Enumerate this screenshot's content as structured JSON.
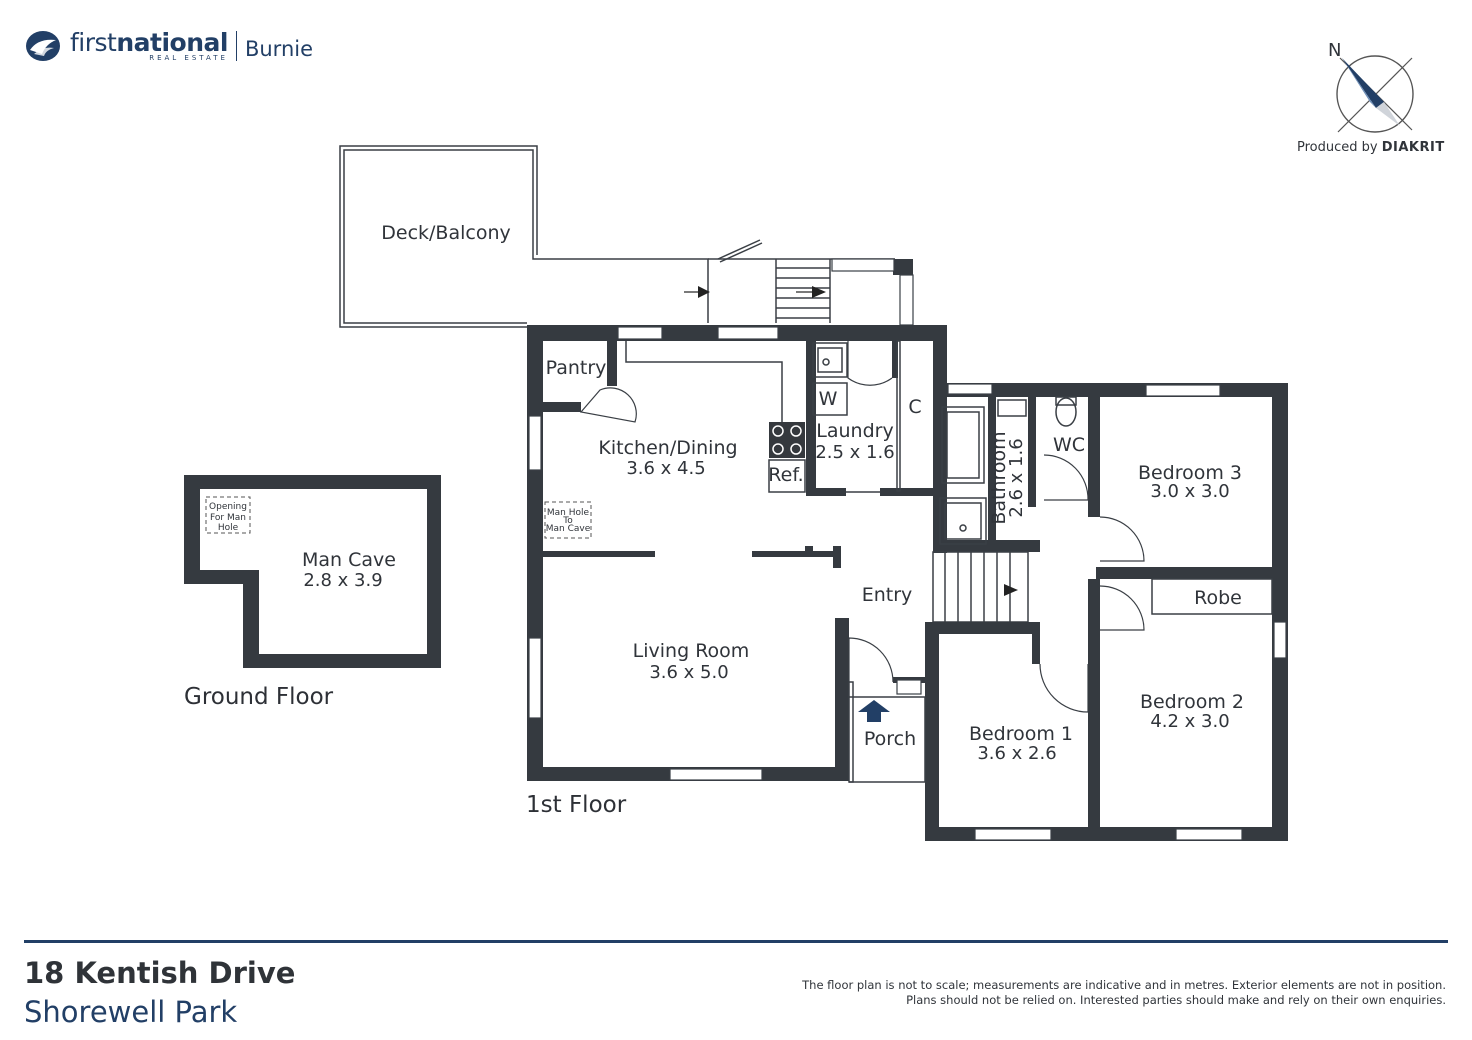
{
  "brand": {
    "name_bold": "first",
    "name_rest": "national",
    "sub": "REAL ESTATE",
    "branch": "Burnie"
  },
  "compass": {
    "north": "N"
  },
  "producer": {
    "prefix": "Produced by",
    "name": "DIAKRIT"
  },
  "rooms": {
    "deck": "Deck/Balcony",
    "pantry": "Pantry",
    "kitchen": {
      "name": "Kitchen/Dining",
      "dim": "3.6 x 4.5"
    },
    "laundry": {
      "name": "Laundry",
      "dim": "2.5 x 1.6"
    },
    "w": "W",
    "ref": "Ref.",
    "c": "C",
    "bathroom": {
      "name": "Bathroom",
      "dim": "2.6 x 1.6"
    },
    "wc": "WC",
    "bedroom3": {
      "name": "Bedroom 3",
      "dim": "3.0 x 3.0"
    },
    "robe": "Robe",
    "bedroom2": {
      "name": "Bedroom 2",
      "dim": "4.2 x 3.0"
    },
    "bedroom1": {
      "name": "Bedroom 1",
      "dim": "3.6 x 2.6"
    },
    "entry": "Entry",
    "porch": "Porch",
    "living": {
      "name": "Living Room",
      "dim": "3.6 x 5.0"
    },
    "mancave": {
      "name": "Man Cave",
      "dim": "2.8 x 3.9"
    },
    "manhole_top": [
      "Man Hole",
      "To",
      "Man Cave"
    ],
    "manhole_ground": [
      "Opening",
      "For Man",
      "Hole"
    ]
  },
  "floors": {
    "ground": "Ground Floor",
    "first": "1st Floor"
  },
  "address": {
    "line1": "18 Kentish Drive",
    "line2": "Shorewell Park"
  },
  "disclaimer": {
    "line1": "The floor plan is not to scale; measurements are indicative and in metres. Exterior elements are not in position.",
    "line2": "Plans should not be relied on. Interested parties should make and rely on their own enquiries."
  },
  "colors": {
    "brand": "#223f66",
    "wall": "#353a40"
  }
}
